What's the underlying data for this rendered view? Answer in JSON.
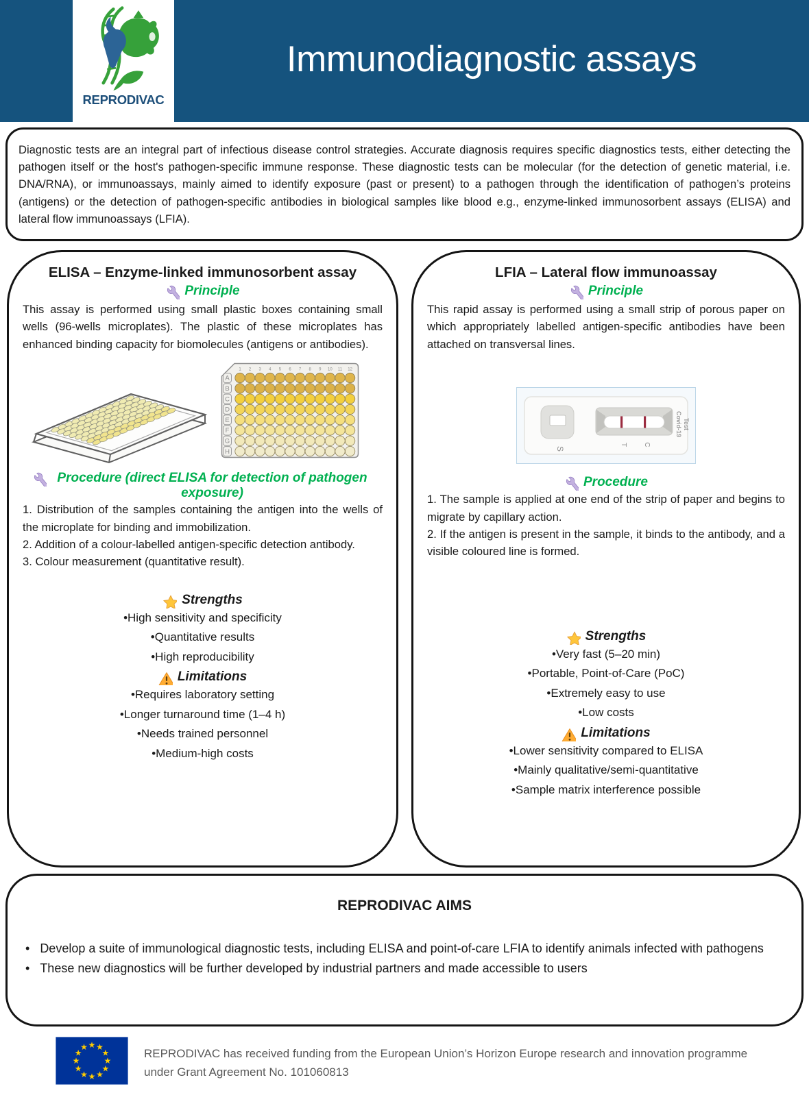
{
  "header": {
    "title": "Immunodiagnostic assays",
    "logo_text": "REPRODIVAC"
  },
  "intro": {
    "text": "Diagnostic tests are an integral part of infectious disease control strategies. Accurate diagnosis requires specific diagnostics tests, either detecting the pathogen itself or the host's pathogen-specific immune response. These diagnostic tests can be molecular (for the detection of genetic material, i.e. DNA/RNA),  or immunoassays, mainly aimed to identify exposure (past or present) to a pathogen through the identification of pathogen’s proteins (antigens) or the detection of pathogen-specific antibodies in biological samples like blood e.g., enzyme-linked immunosorbent assays (ELISA) and lateral flow immunoassays (LFIA)."
  },
  "elisa": {
    "title": "ELISA – Enzyme-linked immunosorbent assay",
    "principle_label": "Principle",
    "principle_text": "This assay is performed using small plastic boxes containing small wells (96-wells microplates). The plastic of these microplates has enhanced binding capacity for biomolecules (antigens or antibodies).",
    "procedure_label": "Procedure (direct ELISA for detection of pathogen exposure)",
    "procedure_items": [
      "1. Distribution of the samples containing the antigen into the wells of the microplate for binding and immobilization.",
      "2. Addition of a colour-labelled antigen-specific detection antibody.",
      "3. Colour measurement (quantitative result)."
    ],
    "strengths_label": "Strengths",
    "strengths_items": [
      "•High sensitivity and specificity",
      "•Quantitative results",
      "•High reproducibility"
    ],
    "limitations_label": "Limitations",
    "limitations_items": [
      "•Requires laboratory setting",
      "•Longer turnaround time (1–4 h)",
      "•Needs trained personnel",
      "•Medium-high costs"
    ]
  },
  "lfia": {
    "title": "LFIA – Lateral flow immunoassay",
    "principle_label": "Principle",
    "principle_text": "This rapid assay is performed using a small strip of porous paper on which appropriately labelled antigen-specific antibodies have been attached on transversal lines.",
    "procedure_label": "Procedure",
    "procedure_items": [
      "1. The sample is applied at one end of the strip of paper and begins to migrate by capillary action.",
      "2. If the antigen is present in the sample, it binds to the antibody, and a visible coloured line is formed."
    ],
    "strengths_label": "Strengths",
    "strengths_items": [
      "•Very fast (5–20 min)",
      "•Portable, Point-of-Care (PoC)",
      "•Extremely easy to use",
      "•Low costs"
    ],
    "limitations_label": "Limitations",
    "limitations_items": [
      "•Lower sensitivity compared to ELISA",
      "•Mainly qualitative/semi-quantitative",
      "•Sample matrix interference possible"
    ],
    "cassette": {
      "s_label": "S",
      "t_label": "T",
      "c_label": "C",
      "product_line1": "Covid-19",
      "product_line2": "Test"
    }
  },
  "microplate": {
    "col_labels": [
      "1",
      "2",
      "3",
      "4",
      "5",
      "6",
      "7",
      "8",
      "9",
      "10",
      "11",
      "12"
    ],
    "row_labels": [
      "A",
      "B",
      "C",
      "D",
      "E",
      "F",
      "G",
      "H"
    ],
    "row_colors": [
      "#DFB54B",
      "#DBB148",
      "#F3CF3D",
      "#F3D558",
      "#F5DF7E",
      "#F4E59B",
      "#F2E9BB",
      "#F1EBCB"
    ]
  },
  "aims": {
    "title": "REPRODIVAC AIMS",
    "bullet_char": "•",
    "bullets": [
      "Develop a suite of immunological diagnostic tests, including ELISA and point-of-care LFIA to identify animals infected with pathogens",
      "These new diagnostics will be further developed by industrial partners and made accessible to users"
    ]
  },
  "footer": {
    "funding_text": "REPRODIVAC has received funding from the European Union’s Horizon Europe research and innovation programme under Grant Agreement No. 101060813"
  },
  "colors": {
    "header_blue": "#15537E",
    "accent_green": "#00B050",
    "eu_blue": "#003399",
    "star_yellow": "#FFCC00",
    "test_line_red": "#9B2C40"
  }
}
